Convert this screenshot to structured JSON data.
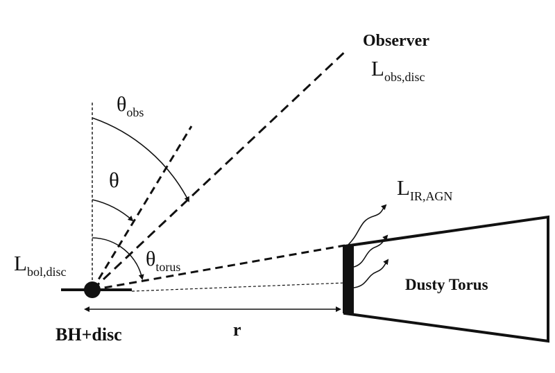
{
  "labels": {
    "observer": "Observer",
    "l_obs_main": "L",
    "l_obs_sub": "obs,disc",
    "theta_obs_main": "θ",
    "theta_obs_sub": "obs",
    "theta_main": "θ",
    "theta_torus_main": "θ",
    "theta_torus_sub": "torus",
    "l_ir_main": "L",
    "l_ir_sub": "IR,AGN",
    "l_bol_main": "L",
    "l_bol_sub": "bol,disc",
    "dusty_torus": "Dusty Torus",
    "bh_disc": "BH+disc",
    "r": "r"
  },
  "colors": {
    "ink": "#111111",
    "background": "#ffffff"
  }
}
